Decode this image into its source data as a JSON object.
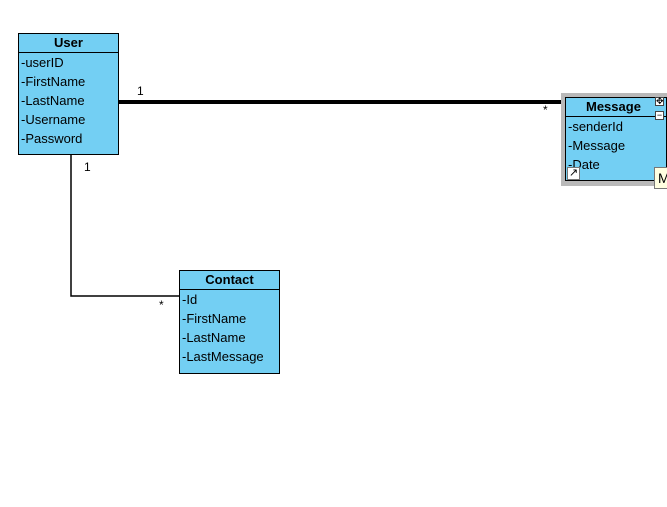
{
  "classes": {
    "user": {
      "name": "User",
      "attributes": [
        "-userID",
        "-FirstName",
        "-LastName",
        "-Username",
        "-Password"
      ]
    },
    "message": {
      "name": "Message",
      "attributes": [
        "-senderId",
        "-Message",
        "-Date"
      ]
    },
    "contact": {
      "name": "Contact",
      "attributes": [
        "-Id",
        "-FirstName",
        "-LastName",
        "-LastMessage"
      ]
    }
  },
  "associations": {
    "user_message": {
      "source_multiplicity": "1",
      "target_multiplicity": "*"
    },
    "user_contact": {
      "source_multiplicity": "1",
      "target_multiplicity": "*"
    }
  },
  "tooltip_text": "M",
  "colors": {
    "class_fill": "#73cff3",
    "selection_frame": "#b9b9b9",
    "tooltip_fill": "#ffffe1"
  }
}
